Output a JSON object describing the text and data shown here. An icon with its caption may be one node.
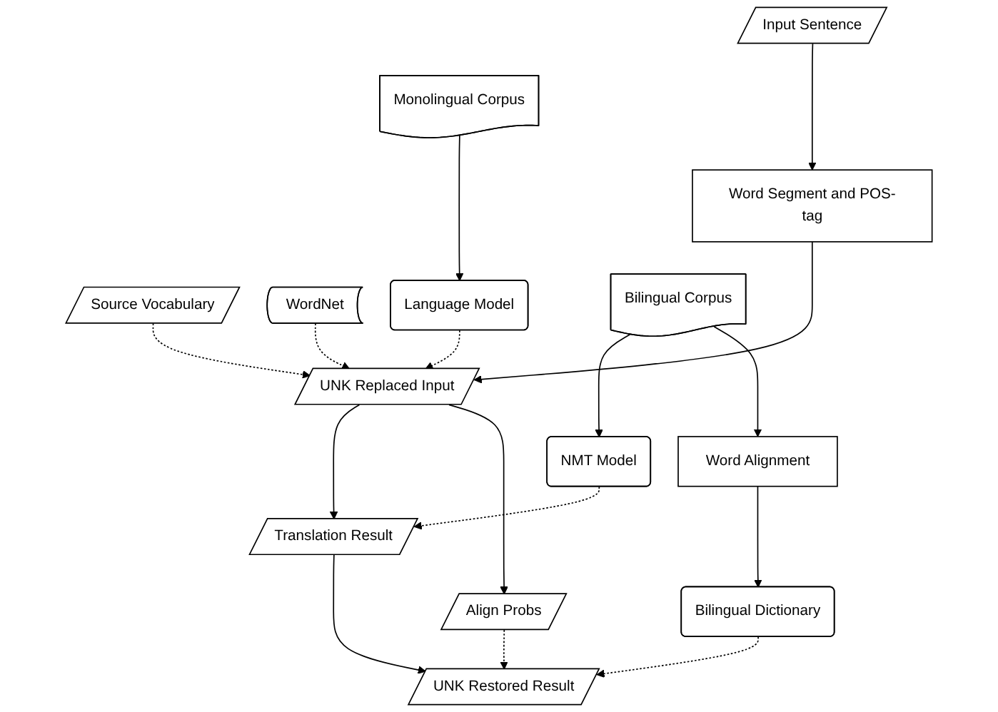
{
  "diagram": {
    "nodes": [
      {
        "text": [
          "Input Sentence"
        ]
      },
      {
        "text": [
          "Word Segment and POS-tag"
        ]
      },
      {
        "text": [
          "Source Vocabulary"
        ]
      },
      {
        "text": [
          "WordNet"
        ]
      },
      {
        "text": [
          "Language Model"
        ]
      },
      {
        "text": [
          "Monolingual Corpus"
        ]
      },
      {
        "text": [
          "UNK Replaced Input"
        ]
      },
      {
        "text": [
          "NMT Model"
        ]
      },
      {
        "text": [
          "Bilingual Corpus"
        ]
      },
      {
        "text": [
          "Translation Result"
        ]
      },
      {
        "text": [
          "Align Probs"
        ]
      },
      {
        "text": [
          "Bilingual Dictionary"
        ]
      },
      {
        "text": [
          "Word Alignment"
        ]
      },
      {
        "text": [
          "UNK Restored Result"
        ]
      }
    ],
    "edges": [
      {
        "from": 0,
        "to": 1,
        "arrow": "to"
      },
      {
        "from": 1,
        "to": 6,
        "arrow": "to"
      },
      {
        "from": 2,
        "to": 6,
        "arrow": "to",
        "style": "dashed"
      },
      {
        "from": 3,
        "to": 6,
        "arrow": "to",
        "style": "dashed"
      },
      {
        "from": 4,
        "to": 6,
        "arrow": "to",
        "style": "dashed"
      },
      {
        "from": 5,
        "to": 4,
        "arrow": "to"
      },
      {
        "from": 8,
        "to": 7,
        "arrow": "to"
      },
      {
        "from": 7,
        "to": 9,
        "arrow": "to",
        "style": "dashed"
      },
      {
        "from": 6,
        "to": 9,
        "arrow": "to"
      },
      {
        "from": 6,
        "to": 10,
        "arrow": "to"
      },
      {
        "from": 8,
        "to": 12,
        "arrow": "to"
      },
      {
        "from": 12,
        "to": 11,
        "arrow": "to"
      },
      {
        "from": 10,
        "to": 13,
        "arrow": "to",
        "style": "dashed"
      },
      {
        "from": 11,
        "to": 13,
        "arrow": "to",
        "style": "dashed"
      },
      {
        "from": 9,
        "to": 13,
        "arrow": "to"
      }
    ]
  }
}
